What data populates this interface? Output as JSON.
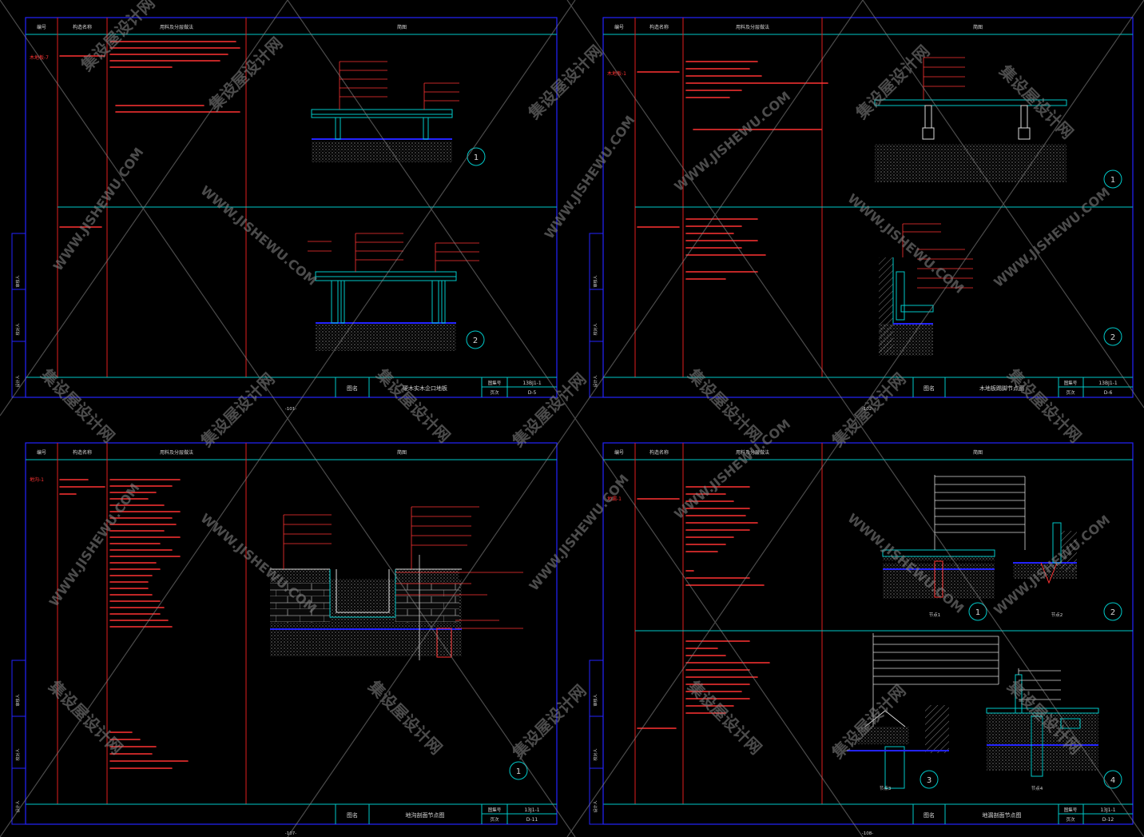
{
  "colors": {
    "background": "#000000",
    "frame": "#2323ff",
    "grid": "#00c8c8",
    "divider": "#e01e1e",
    "annotation": "#ff3333",
    "text": "#d8d8d8",
    "watermark": "#8a8a8a"
  },
  "watermark": {
    "cn": "集设屋设计网",
    "en": "WWW.JISHEWU.COM"
  },
  "sheets": [
    {
      "id": "sheet-tl",
      "page_no": "-101-",
      "header": [
        "编号",
        "构造名称",
        "用料及分层做法",
        "简图"
      ],
      "row_codes": [
        "木地板-7",
        ""
      ],
      "title": "硬木实木企口地板",
      "atlas_no": "13BJ1-1",
      "page_code": "D-5",
      "title_label": "图名",
      "atlas_label": "图集号",
      "page_label": "页次",
      "details": [
        "1",
        "2"
      ],
      "side_labels": [
        "审核人",
        "校对人",
        "设计人"
      ]
    },
    {
      "id": "sheet-tr",
      "page_no": "-102-",
      "header": [
        "编号",
        "构造名称",
        "用料及分层做法",
        "简图"
      ],
      "row_codes": [
        "木地板-1",
        ""
      ],
      "title": "木地板踢脚节点图",
      "atlas_no": "13BJ1-1",
      "page_code": "D-6",
      "title_label": "图名",
      "atlas_label": "图集号",
      "page_label": "页次",
      "details": [
        "1",
        "2"
      ],
      "side_labels": [
        "审核人",
        "校对人",
        "设计人"
      ]
    },
    {
      "id": "sheet-bl",
      "page_no": "-107-",
      "header": [
        "编号",
        "构造名称",
        "用料及分层做法",
        "简图"
      ],
      "row_codes": [
        "地沟-1"
      ],
      "title": "地沟剖面节点图",
      "atlas_no": "13J1-1",
      "page_code": "D-11",
      "title_label": "图名",
      "atlas_label": "图集号",
      "page_label": "页次",
      "details": [
        "1"
      ],
      "side_labels": [
        "审核人",
        "校对人",
        "设计人"
      ]
    },
    {
      "id": "sheet-br",
      "page_no": "-108-",
      "header": [
        "编号",
        "构造名称",
        "用料及分层做法",
        "简图"
      ],
      "row_codes": [
        "地漏-1",
        ""
      ],
      "title": "地漏剖面节点图",
      "atlas_no": "13J1-1",
      "page_code": "D-12",
      "title_label": "图名",
      "atlas_label": "图集号",
      "page_label": "页次",
      "details": [
        "1",
        "2",
        "3",
        "4"
      ],
      "detail_captions": [
        "节点1",
        "节点2",
        "节点3",
        "节点4"
      ],
      "side_labels": [
        "审核人",
        "校对人",
        "设计人"
      ]
    }
  ]
}
